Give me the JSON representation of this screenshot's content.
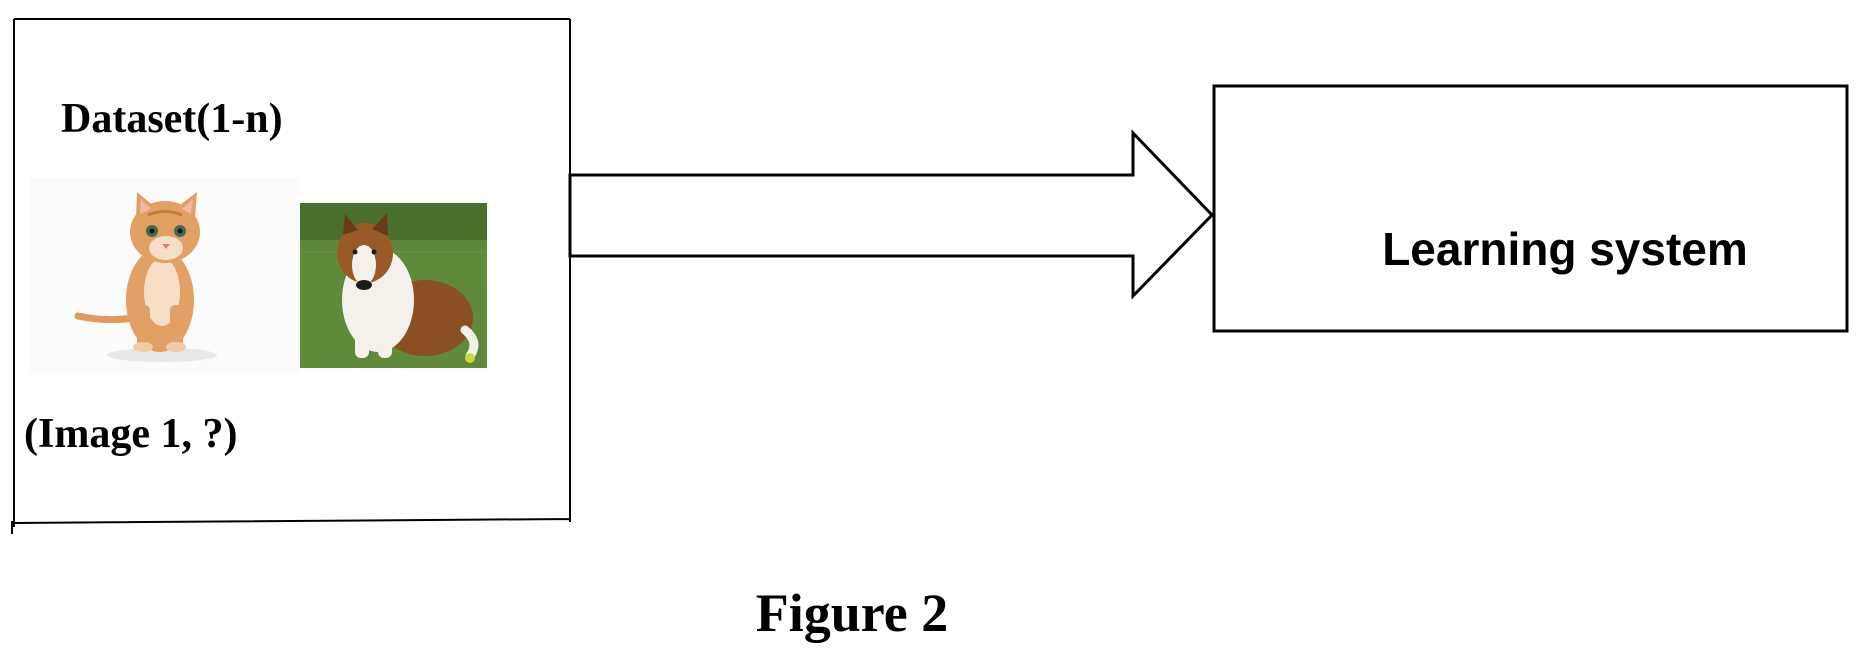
{
  "dataset_box": {
    "title": "Dataset(1-n)",
    "caption": "(Image 1, ?)",
    "images": [
      {
        "subject": "cat",
        "icon": "kitten-photo"
      },
      {
        "subject": "dog",
        "icon": "collie-photo"
      }
    ]
  },
  "learning_box": {
    "label": "Learning system"
  },
  "figure": {
    "caption": "Figure 2"
  },
  "colors": {
    "stroke": "#000000",
    "background": "#ffffff",
    "cat_fur": "#e3a064",
    "grass": "#5f8a3a",
    "trees": "#4a6e2c",
    "dog_brown": "#8a4f22",
    "dog_white": "#f4f1ea"
  }
}
